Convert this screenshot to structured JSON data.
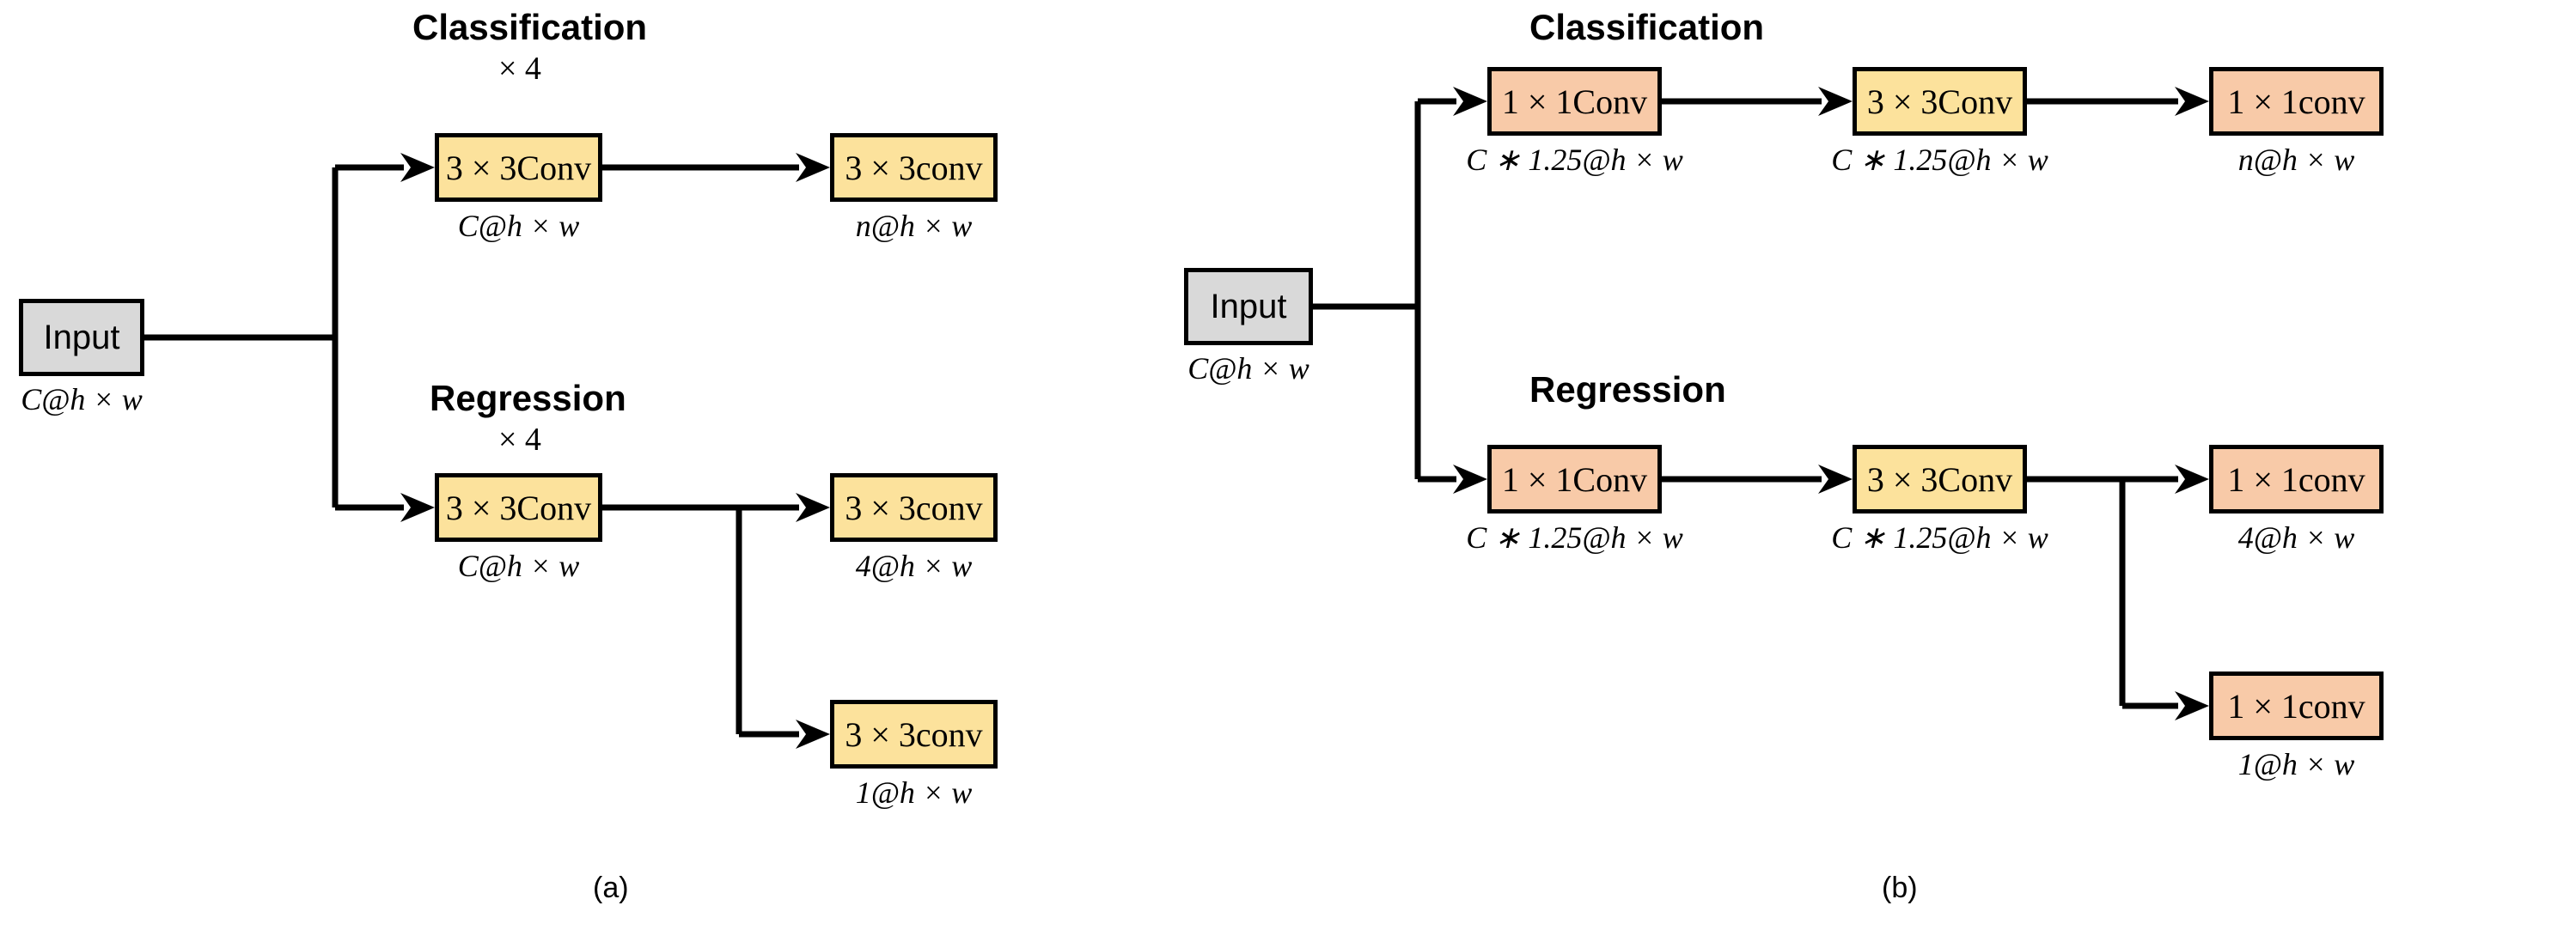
{
  "figure": {
    "panel_a_caption": "(a)",
    "panel_b_caption": "(b)"
  },
  "colors": {
    "gray": "#d9d9d9",
    "yellow": "#fce29c",
    "salmon": "#f8caa8",
    "stroke": "#000000",
    "background": "#ffffff"
  },
  "panel_a": {
    "input": {
      "label": "Input",
      "caption": "C@h × w",
      "fill": "gray"
    },
    "branches": [
      {
        "name": "classification",
        "heading": "Classification",
        "repeat": "× 4",
        "stages": [
          {
            "label": "3 × 3Conv",
            "caption": "C@h × w",
            "fill": "yellow"
          },
          {
            "label": "3 × 3conv",
            "caption": "n@h × w",
            "fill": "yellow"
          }
        ]
      },
      {
        "name": "regression",
        "heading": "Regression",
        "repeat": "× 4",
        "stages": [
          {
            "label": "3 × 3Conv",
            "caption": "C@h × w",
            "fill": "yellow"
          },
          {
            "label": "3 × 3conv",
            "caption": "4@h × w",
            "fill": "yellow"
          },
          {
            "label": "3 × 3conv",
            "caption": "1@h × w",
            "fill": "yellow"
          }
        ]
      }
    ]
  },
  "panel_b": {
    "input": {
      "label": "Input",
      "caption": "C@h  × w",
      "fill": "gray"
    },
    "branches": [
      {
        "name": "classification",
        "heading": "Classification",
        "stages": [
          {
            "label": "1 × 1Conv",
            "caption": "C ∗ 1.25@h × w",
            "fill": "salmon"
          },
          {
            "label": "3 × 3Conv",
            "caption": "C ∗ 1.25@h × w",
            "fill": "yellow"
          },
          {
            "label": "1 × 1conv",
            "caption": "n@h × w",
            "fill": "salmon"
          }
        ]
      },
      {
        "name": "regression",
        "heading": "Regression",
        "stages": [
          {
            "label": "1 × 1Conv",
            "caption": "C ∗ 1.25@h × w",
            "fill": "salmon"
          },
          {
            "label": "3 × 3Conv",
            "caption": "C ∗ 1.25@h × w",
            "fill": "yellow"
          },
          {
            "label": "1 × 1conv",
            "caption": "4@h × w",
            "fill": "salmon"
          },
          {
            "label": "1 × 1conv",
            "caption": "1@h × w",
            "fill": "salmon"
          }
        ]
      }
    ]
  }
}
